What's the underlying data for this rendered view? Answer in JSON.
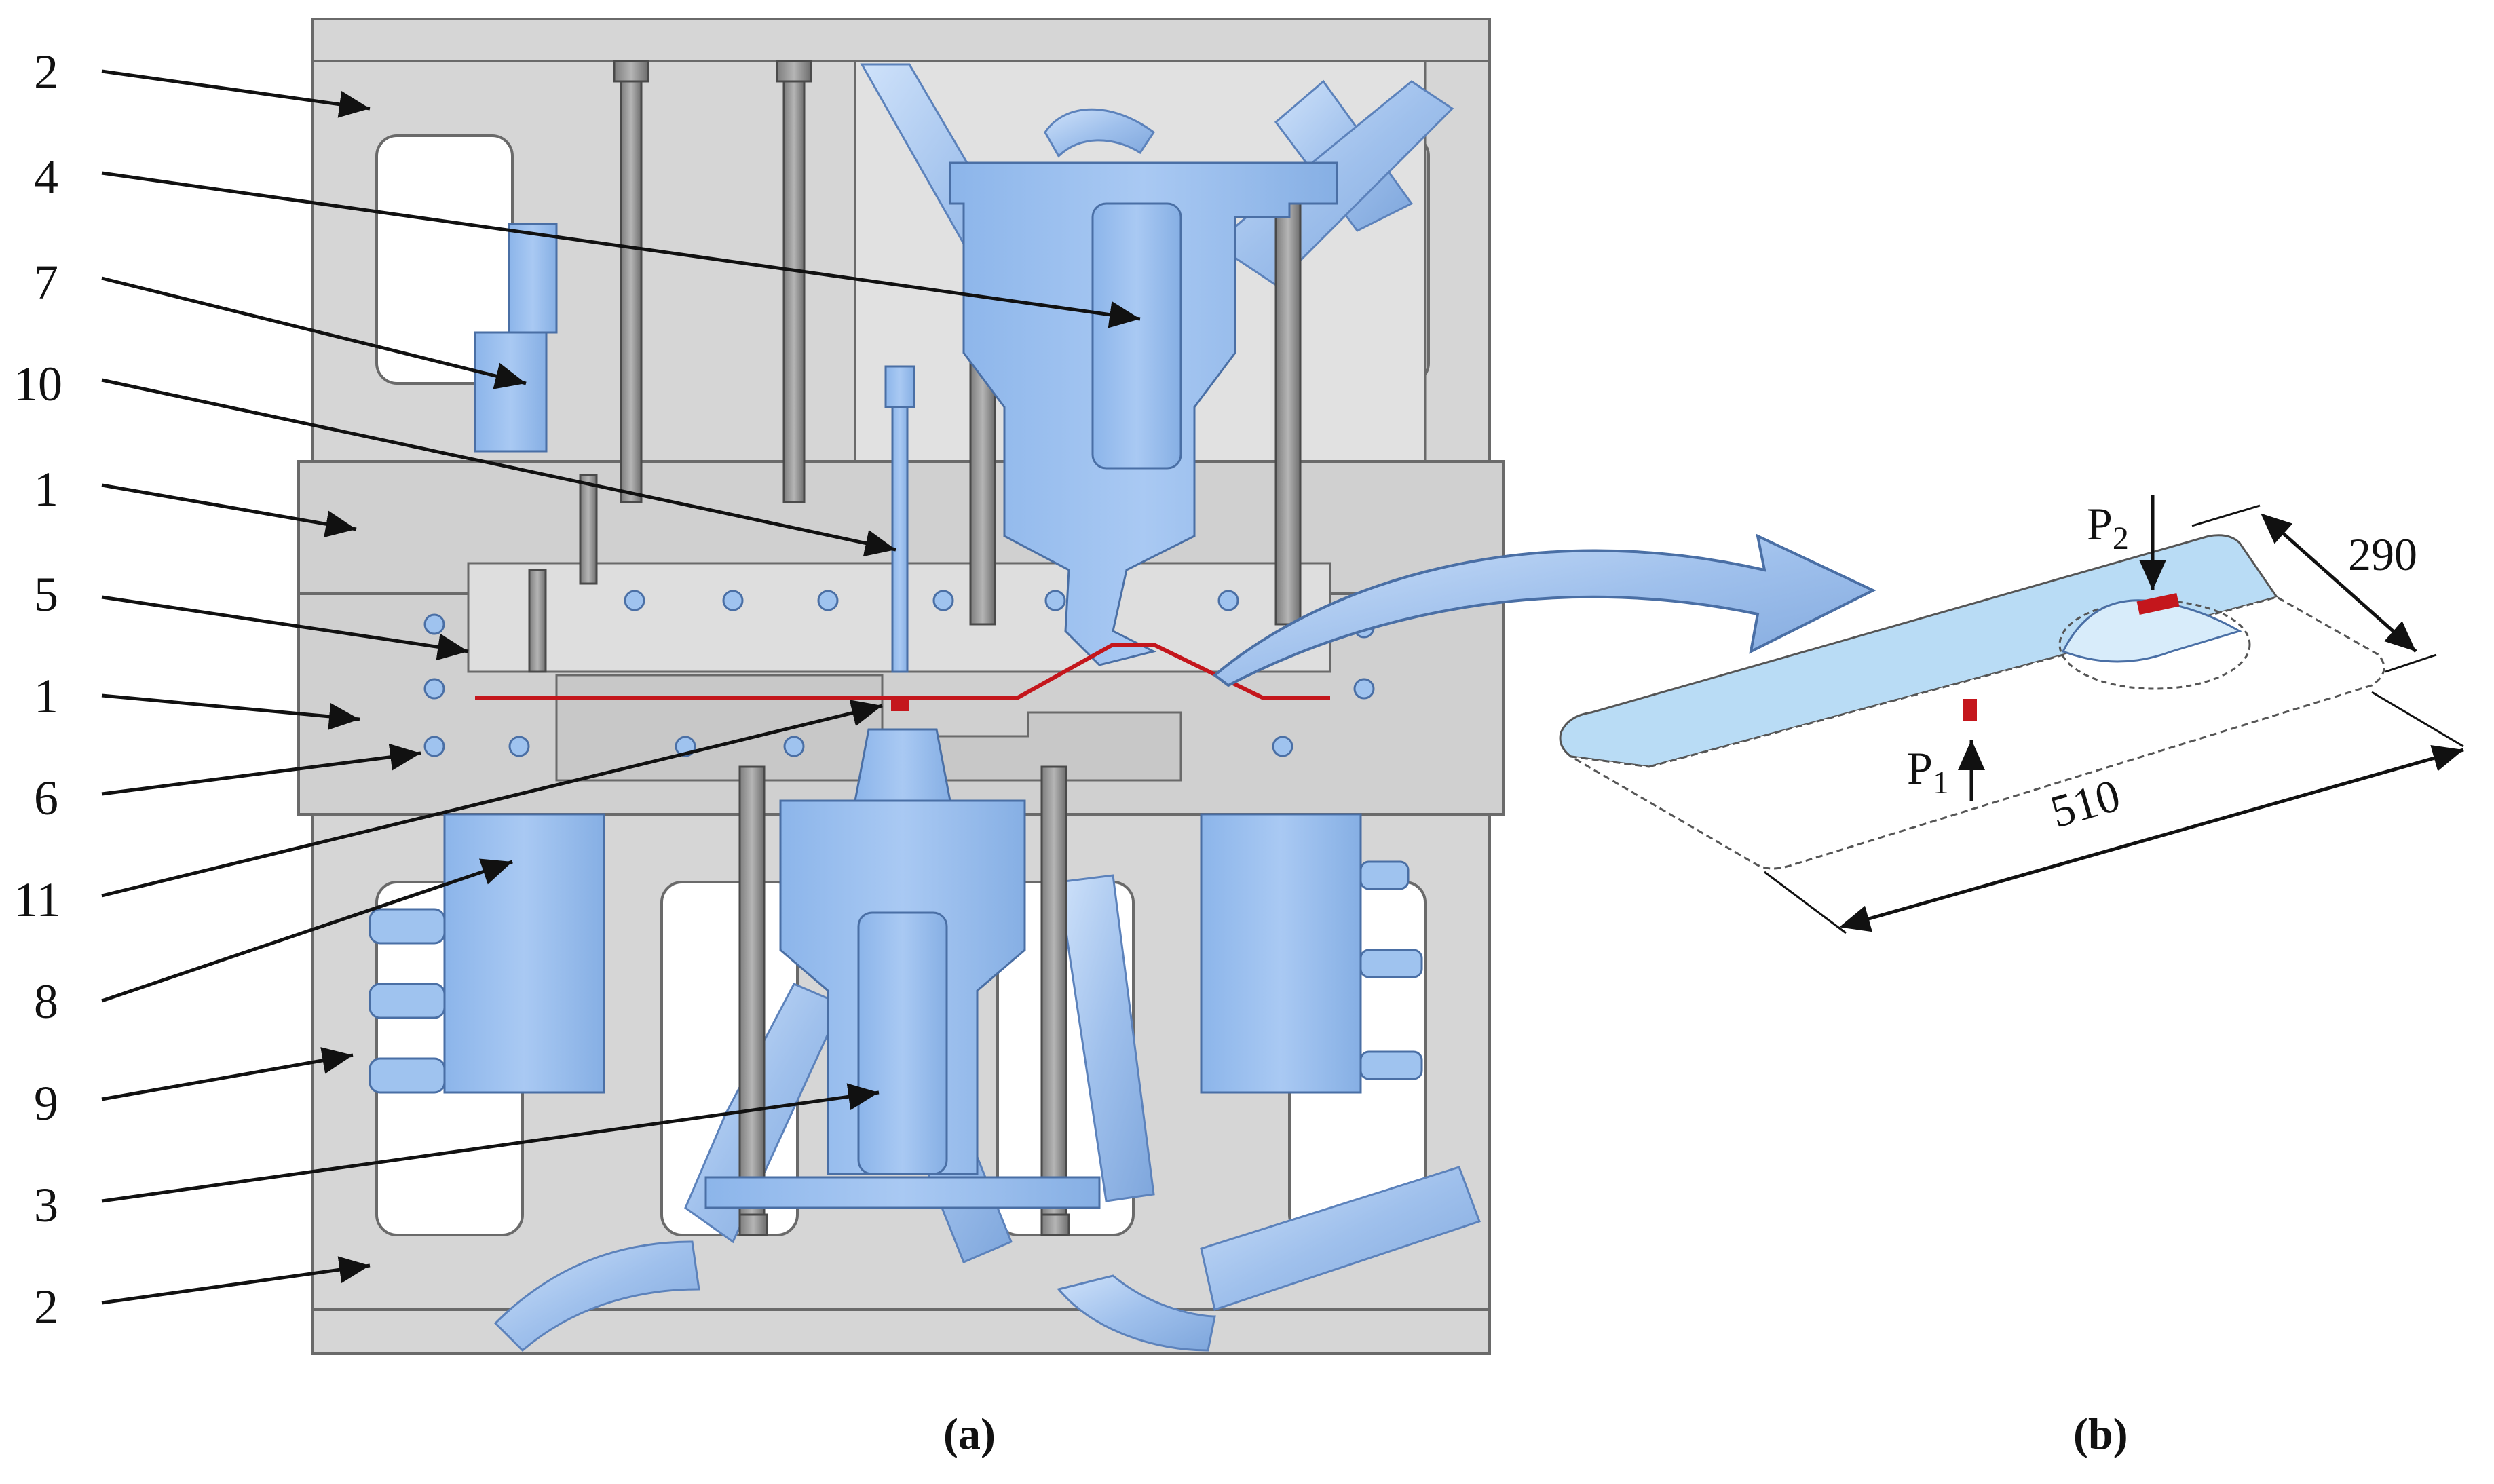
{
  "figure": {
    "panel_a_caption": "(a)",
    "panel_b_caption": "(b)"
  },
  "callouts": [
    {
      "id": "c1",
      "text": "2"
    },
    {
      "id": "c2",
      "text": "4"
    },
    {
      "id": "c3",
      "text": "7"
    },
    {
      "id": "c4",
      "text": "10"
    },
    {
      "id": "c5",
      "text": "1"
    },
    {
      "id": "c6",
      "text": "5"
    },
    {
      "id": "c7",
      "text": "1"
    },
    {
      "id": "c8",
      "text": "6"
    },
    {
      "id": "c9",
      "text": "11"
    },
    {
      "id": "c10",
      "text": "8"
    },
    {
      "id": "c11",
      "text": "9"
    },
    {
      "id": "c12",
      "text": "3"
    },
    {
      "id": "c13",
      "text": "2"
    }
  ],
  "part_b": {
    "length": "510",
    "width": "290",
    "p1": {
      "letter": "P",
      "sub": "1"
    },
    "p2": {
      "letter": "P",
      "sub": "2"
    }
  },
  "colors": {
    "steel": "#d6d6d6",
    "steel_edge": "#6a6a6a",
    "component": "#9fc3ef",
    "component_dark": "#6f98d0",
    "pipe": "#a9c9f2",
    "blank_red": "#c4161c",
    "sheet": "#b9dcf5"
  }
}
